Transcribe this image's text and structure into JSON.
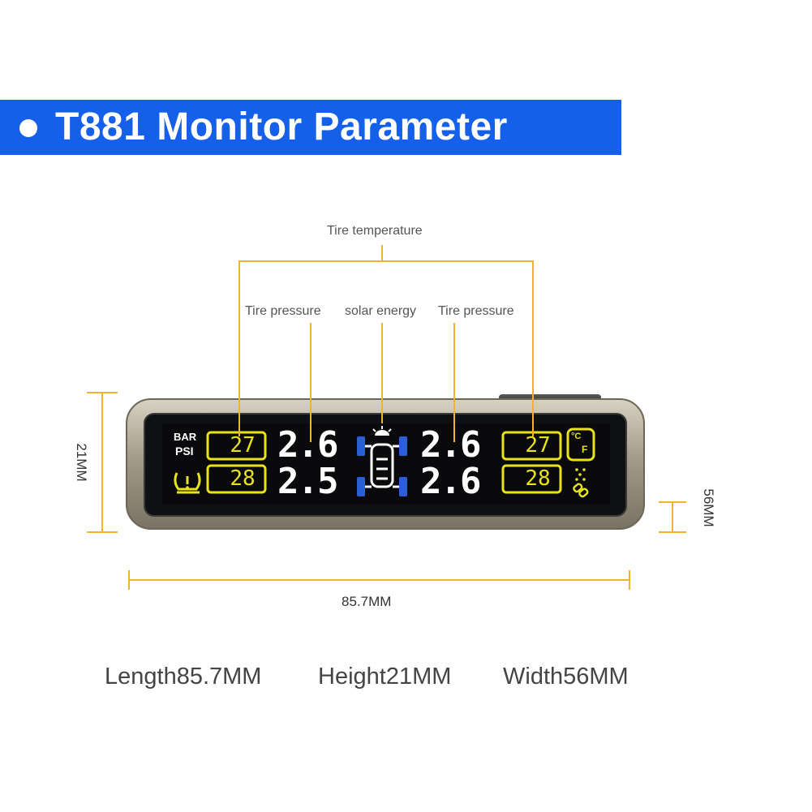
{
  "banner": {
    "title": "T881 Monitor Parameter"
  },
  "callouts": {
    "tire_temperature": "Tire temperature",
    "tire_pressure_left": "Tire pressure",
    "solar_energy": "solar energy",
    "tire_pressure_right": "Tire pressure"
  },
  "dimensions": {
    "height_label": "21MM",
    "width_label": "56MM",
    "length_label": "85.7MM"
  },
  "display": {
    "unit_bar": "BAR",
    "unit_psi": "PSI",
    "temp_front_left": "27",
    "temp_rear_left": "28",
    "pressure_front_left": "2.6",
    "pressure_rear_left": "2.5",
    "pressure_front_right": "2.6",
    "pressure_rear_right": "2.6",
    "temp_front_right": "27",
    "temp_rear_right": "28",
    "temp_unit_c": "°C",
    "temp_unit_f": "F"
  },
  "specs": {
    "length": "Length85.7MM",
    "height": "Height21MM",
    "width": "Width56MM"
  },
  "colors": {
    "banner_blue": "#1560e8",
    "callout_orange": "#f2b22c",
    "lcd_yellow": "#e8e21a",
    "lcd_blue": "#2a5fd6"
  },
  "icons": [
    "tpms-warning-icon",
    "car-chassis-icon",
    "sun-icon",
    "temperature-unit-icon",
    "snowflake-icon",
    "link-icon"
  ]
}
